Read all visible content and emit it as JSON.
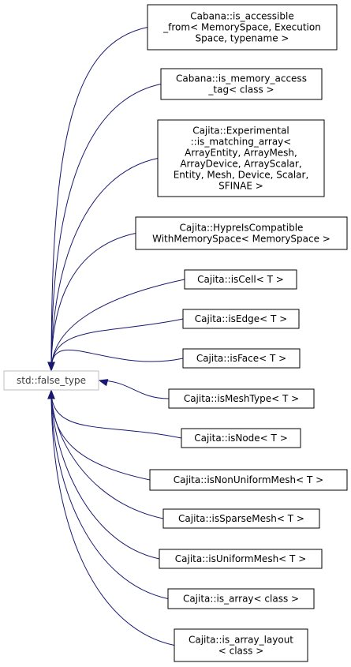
{
  "base": {
    "label": "std::false_type"
  },
  "derived": [
    {
      "lines": [
        "Cabana::is_accessible",
        "_from< MemorySpace, Execution",
        "Space, typename >"
      ]
    },
    {
      "lines": [
        "Cabana::is_memory_access",
        "_tag< class >"
      ]
    },
    {
      "lines": [
        "Cajita::Experimental",
        "::is_matching_array<",
        "ArrayEntity, ArrayMesh,",
        "ArrayDevice, ArrayScalar,",
        "Entity, Mesh, Device, Scalar,",
        "SFINAE >"
      ]
    },
    {
      "lines": [
        "Cajita::HypreIsCompatible",
        "WithMemorySpace< MemorySpace >"
      ]
    },
    {
      "lines": [
        "Cajita::isCell< T >"
      ]
    },
    {
      "lines": [
        "Cajita::isEdge< T >"
      ]
    },
    {
      "lines": [
        "Cajita::isFace< T >"
      ]
    },
    {
      "lines": [
        "Cajita::isMeshType< T >"
      ]
    },
    {
      "lines": [
        "Cajita::isNode< T >"
      ]
    },
    {
      "lines": [
        "Cajita::isNonUniformMesh< T >"
      ]
    },
    {
      "lines": [
        "Cajita::isSparseMesh< T >"
      ]
    },
    {
      "lines": [
        "Cajita::isUniformMesh< T >"
      ]
    },
    {
      "lines": [
        "Cajita::is_array< class >"
      ]
    },
    {
      "lines": [
        "Cajita::is_array_layout",
        "< class >"
      ]
    }
  ]
}
